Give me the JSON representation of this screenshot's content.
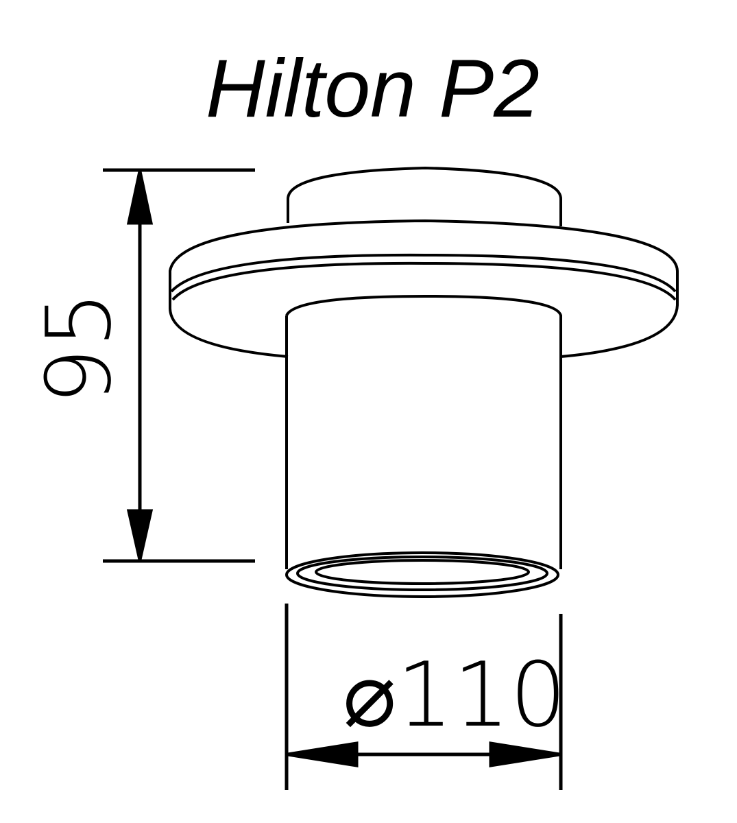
{
  "title": "Hilton P2",
  "dimensions": {
    "height_label": "95",
    "diameter_label": "⌀110"
  }
}
